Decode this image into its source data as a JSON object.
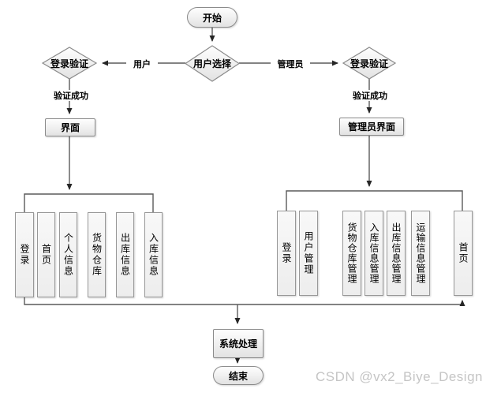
{
  "flowchart": {
    "start_label": "开始",
    "choice_label": "用户选择",
    "system_process_label": "系统处理",
    "end_label": "结束",
    "left_branch": {
      "edge_label": "用户",
      "verify_label": "登录验证",
      "verify_result_label": "验证成功",
      "interface_label": "界面",
      "modules": [
        "登录",
        "首页",
        "个人信息",
        "货物仓库",
        "出库信息",
        "入库信息"
      ]
    },
    "right_branch": {
      "edge_label": "管理员",
      "verify_label": "登录验证",
      "verify_result_label": "验证成功",
      "interface_label": "管理员界面",
      "modules": [
        "登录",
        "用户管理",
        "货物仓库管理",
        "入库信息管理",
        "出库信息管理",
        "运输信息管理",
        "首页"
      ]
    }
  },
  "colors": {
    "node_border": "#8b8b8b",
    "node_fill": "#eeeeee",
    "connector": "#5a5a5a",
    "arrowhead": "#262626",
    "watermark_text": "#c5c5c5"
  },
  "watermark": "CSDN @vx2_Biye_Design"
}
